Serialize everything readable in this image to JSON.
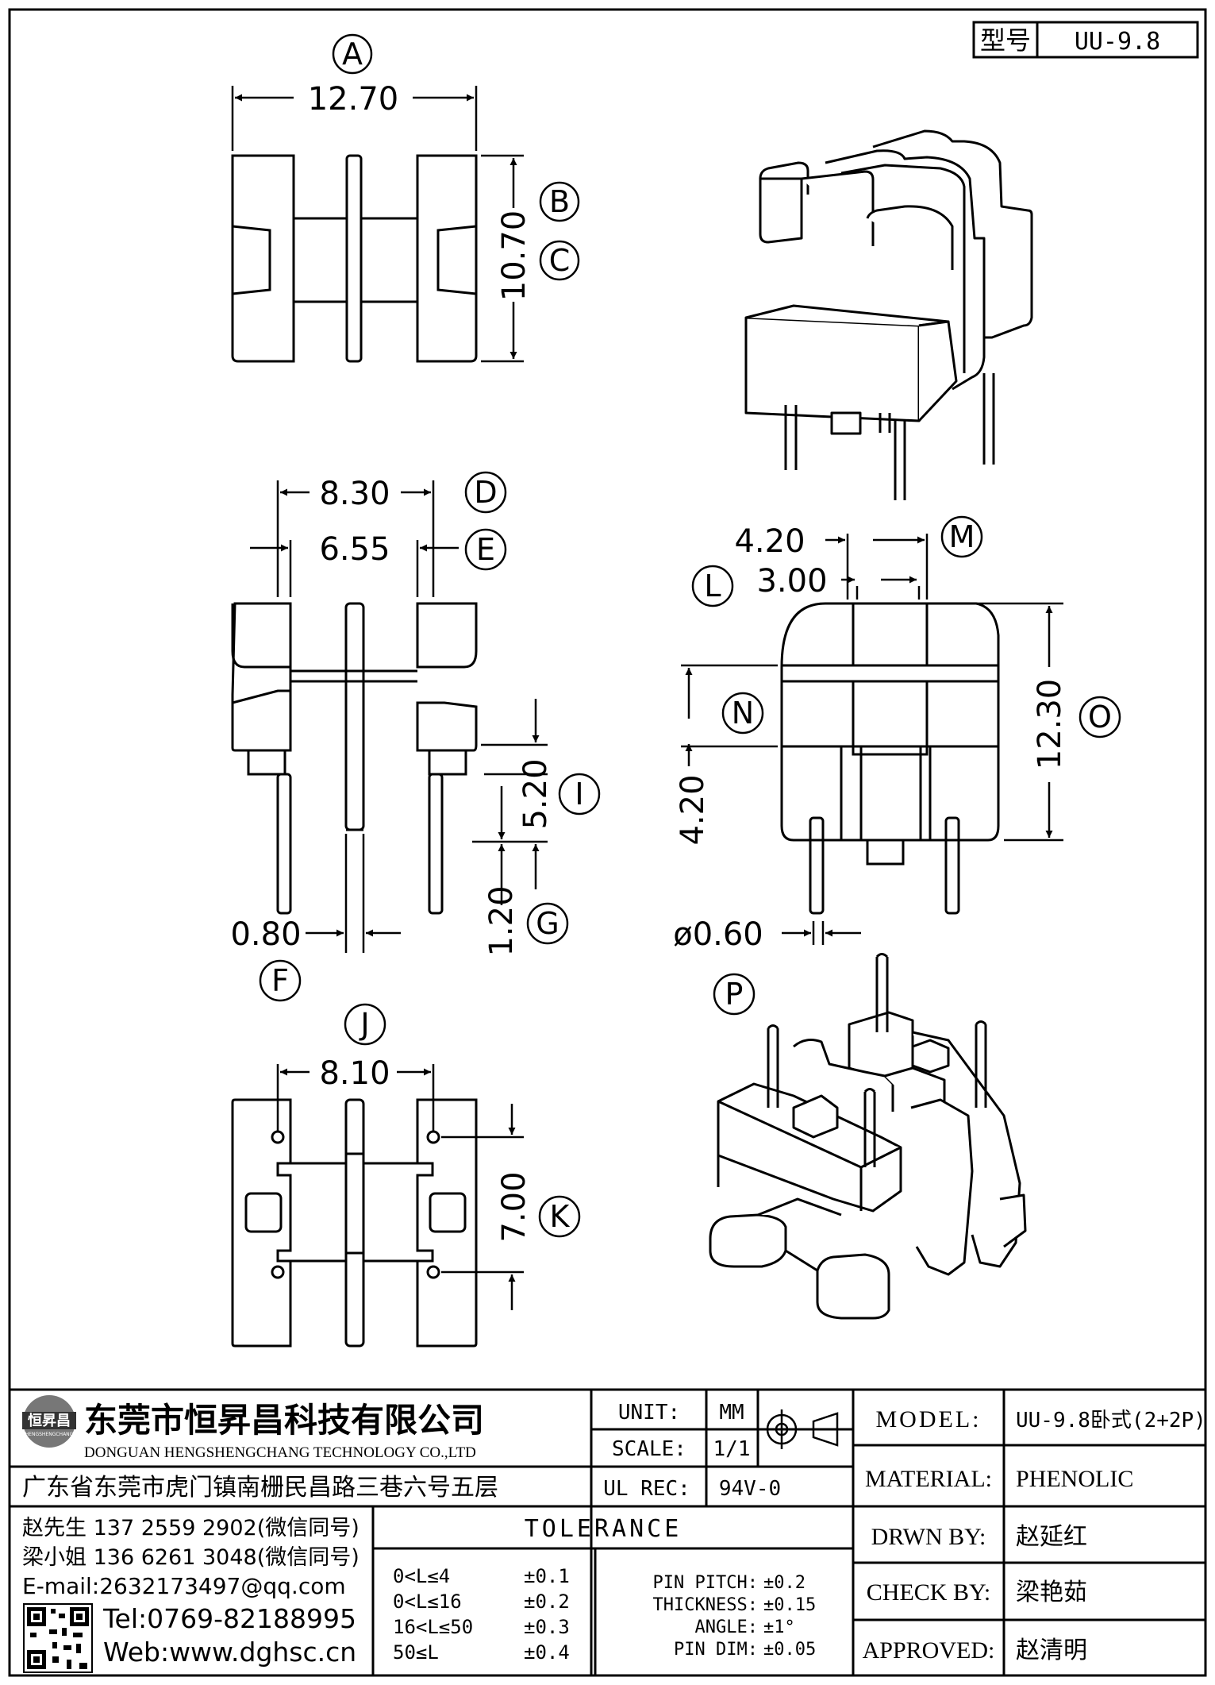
{
  "header": {
    "model_label": "型号",
    "model_value": "UU-9.8"
  },
  "dimensions": {
    "A": {
      "letter": "A",
      "value": "12.70"
    },
    "B": {
      "letter": "B"
    },
    "C": {
      "letter": "C",
      "value": "10.70"
    },
    "D": {
      "letter": "D",
      "value": "8.30"
    },
    "E": {
      "letter": "E",
      "value": "6.55"
    },
    "F": {
      "letter": "F",
      "value": "0.80"
    },
    "G": {
      "letter": "G",
      "value": "1.20"
    },
    "I": {
      "letter": "I",
      "value": "5.20"
    },
    "J": {
      "letter": "J",
      "value": "8.10"
    },
    "K": {
      "letter": "K",
      "value": "7.00"
    },
    "L": {
      "letter": "L",
      "value": "3.00"
    },
    "M": {
      "letter": "M",
      "value": "4.20"
    },
    "N": {
      "letter": "N",
      "value": "4.20"
    },
    "O": {
      "letter": "O",
      "value": "12.30"
    },
    "P": {
      "letter": "P",
      "value": "ø0.60"
    }
  },
  "company": {
    "logo_text": "恒昇昌",
    "logo_sub": "HENGSHENGCHANG",
    "name_cn": "东莞市恒昇昌科技有限公司",
    "name_en": "DONGUAN HENGSHENGCHANG TECHNOLOGY CO.,LTD",
    "address": "广东省东莞市虎门镇南栅民昌路三巷六号五层",
    "contact1": "赵先生 137 2559 2902(微信同号)",
    "contact2": "梁小姐 136 6261 3048(微信同号)",
    "email": "E-mail:2632173497@qq.com",
    "tel": "Tel:0769-82188995",
    "web": "Web:www.dghsc.cn"
  },
  "spec": {
    "unit_label": "UNIT:",
    "unit_value": "MM",
    "scale_label": "SCALE:",
    "scale_value": "1/1",
    "ul_label": "UL REC:",
    "ul_value": "94V-0"
  },
  "tolerance": {
    "title": "TOLERANCE",
    "rows": [
      {
        "range": "0<L≤4",
        "tol": "±0.1"
      },
      {
        "range": "0<L≤16",
        "tol": "±0.2"
      },
      {
        "range": "16<L≤50",
        "tol": "±0.3"
      },
      {
        "range": "50≤L",
        "tol": "±0.4"
      }
    ],
    "extra": [
      {
        "label": "PIN PITCH:",
        "tol": "±0.2"
      },
      {
        "label": "THICKNESS:",
        "tol": "±0.15"
      },
      {
        "label": "ANGLE:",
        "tol": "±1°"
      },
      {
        "label": "PIN DIM:",
        "tol": "±0.05"
      }
    ]
  },
  "titleblock": {
    "model_label": "MODEL:",
    "model_value": "UU-9.8卧式(2+2P)",
    "material_label": "MATERIAL:",
    "material_value": "PHENOLIC",
    "drawn_label": "DRWN BY:",
    "drawn_value": "赵延红",
    "check_label": "CHECK BY:",
    "check_value": "梁艳茹",
    "approved_label": "APPROVED:",
    "approved_value": "赵清明"
  }
}
